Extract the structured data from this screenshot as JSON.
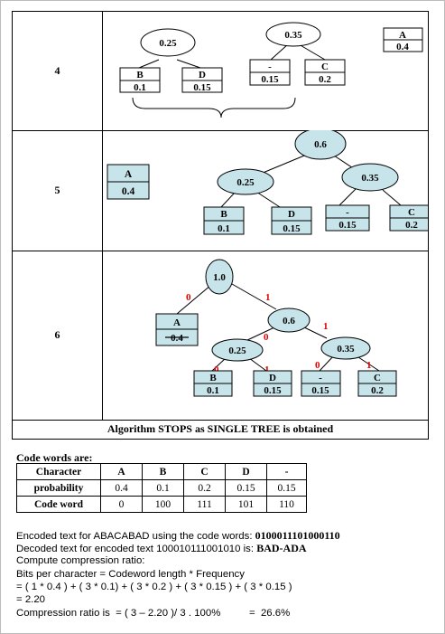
{
  "steps": [
    {
      "number": "4"
    },
    {
      "number": "5"
    },
    {
      "number": "6"
    }
  ],
  "stop_text": "Algorithm STOPS as SINGLE TREE is obtained",
  "step4": {
    "ovals": [
      "0.25",
      "0.35"
    ],
    "boxes": [
      {
        "symbol": "A",
        "prob": "0.4"
      },
      {
        "symbol": "B",
        "prob": "0.1"
      },
      {
        "symbol": "D",
        "prob": "0.15"
      },
      {
        "symbol": "-",
        "prob": "0.15"
      },
      {
        "symbol": "C",
        "prob": "0.2"
      }
    ]
  },
  "step5": {
    "ovals": [
      "0.6",
      "0.25",
      "0.35"
    ],
    "boxes": [
      {
        "symbol": "A",
        "prob": "0.4"
      },
      {
        "symbol": "B",
        "prob": "0.1"
      },
      {
        "symbol": "D",
        "prob": "0.15"
      },
      {
        "symbol": "-",
        "prob": "0.15"
      },
      {
        "symbol": "C",
        "prob": "0.2"
      }
    ]
  },
  "step6": {
    "ovals": [
      "1.0",
      "0.6",
      "0.25",
      "0.35"
    ],
    "edge_labels": [
      "0",
      "1",
      "0",
      "1",
      "0",
      "1",
      "0",
      "1"
    ],
    "boxes": [
      {
        "symbol": "A",
        "prob": "0.4"
      },
      {
        "symbol": "B",
        "prob": "0.1"
      },
      {
        "symbol": "D",
        "prob": "0.15"
      },
      {
        "symbol": "-",
        "prob": "0.15"
      },
      {
        "symbol": "C",
        "prob": "0.2"
      }
    ]
  },
  "colors": {
    "fill": "#c6e4ea",
    "edge_label": "#e00000"
  },
  "codewords": {
    "title": "Code words are:",
    "header": [
      "Character",
      "A",
      "B",
      "C",
      "D",
      "-"
    ],
    "rows": [
      [
        "probability",
        "0.4",
        "0.1",
        "0.2",
        "0.15",
        "0.15"
      ],
      [
        "Code word",
        "0",
        "100",
        "111",
        "101",
        "110"
      ]
    ]
  },
  "text": {
    "encoded_label": "Encoded text for ABACABAD using the code words: ",
    "encoded_value": "0100011101000110",
    "decoded_label": "Decoded text for encoded text 100010111001010 is: ",
    "decoded_value": "BAD-ADA",
    "l3": "Compute compression ratio:",
    "l4": "Bits per character = Codeword length * Frequency",
    "l5": "= ( 1 * 0.4 ) + ( 3 * 0.1) + ( 3 * 0.2 ) + ( 3 * 0.15 ) + ( 3 * 0.15 )",
    "l6": "= 2.20",
    "l7": "Compression ratio is  = ( 3 – 2.20 )/ 3 . 100%          =  26.6%"
  }
}
